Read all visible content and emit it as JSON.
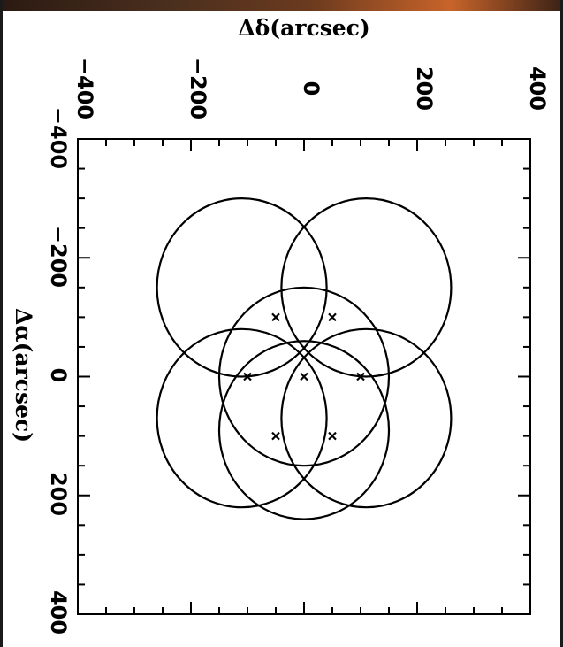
{
  "chart_data": {
    "type": "scatter",
    "xlabel": "Δα(arcsec)",
    "ylabel": "Δδ(arcsec)",
    "xlim": [
      -400,
      400
    ],
    "ylim": [
      -400,
      400
    ],
    "x_ticks": [
      "−400",
      "−200",
      "0",
      "200",
      "400"
    ],
    "y_ticks": [
      "−400",
      "−200",
      "0",
      "200",
      "400"
    ],
    "grid": false,
    "orientation": "rotated 90° clockwise",
    "points": [
      {
        "x": 0,
        "y": 0
      },
      {
        "x": 0,
        "y": 100
      },
      {
        "x": 0,
        "y": -100
      },
      {
        "x": 100,
        "y": 50
      },
      {
        "x": 100,
        "y": -50
      },
      {
        "x": -100,
        "y": 50
      },
      {
        "x": -100,
        "y": -50
      }
    ],
    "circles": [
      {
        "x": 0,
        "y": 0,
        "r": 150
      },
      {
        "x": -150,
        "y": 110,
        "r": 150
      },
      {
        "x": -150,
        "y": -110,
        "r": 150
      },
      {
        "x": 70,
        "y": 110,
        "r": 150
      },
      {
        "x": 70,
        "y": -110,
        "r": 150
      },
      {
        "x": 90,
        "y": 0,
        "r": 150
      }
    ]
  }
}
